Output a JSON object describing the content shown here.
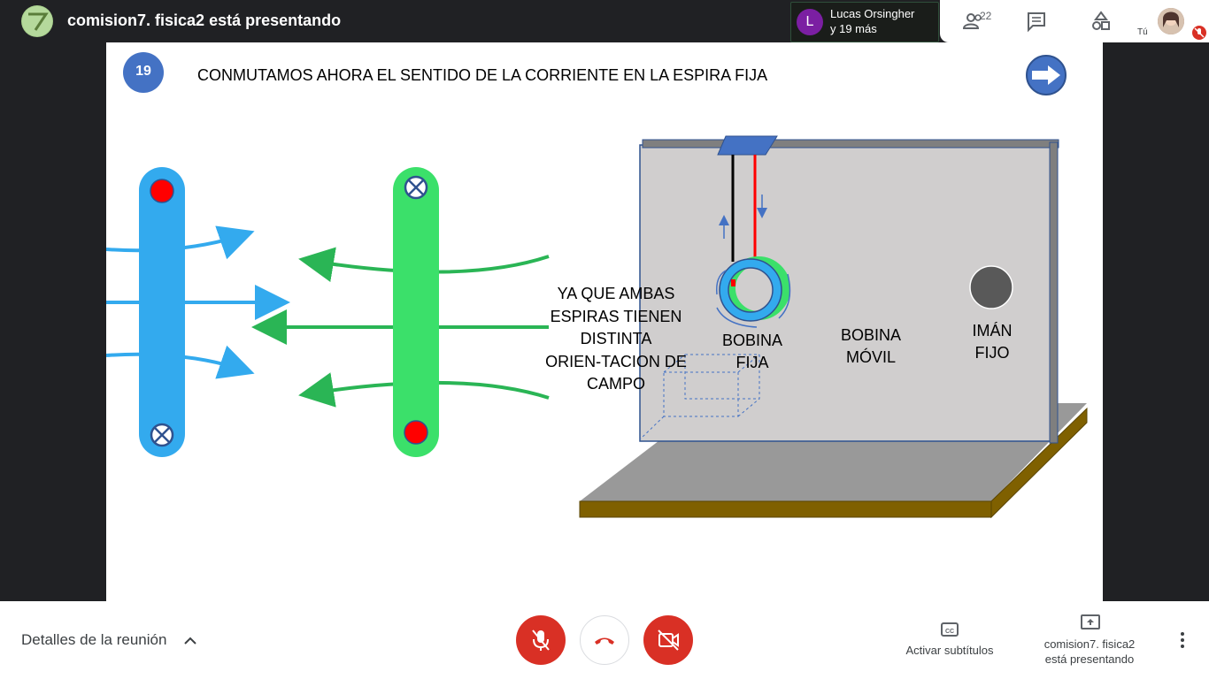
{
  "header": {
    "presenting_title": "comision7. fisica2 está presentando",
    "participant_initial": "L",
    "participant_name_line1": "Lucas Orsingher",
    "participant_name_line2": "y 19 más",
    "participant_count": "22",
    "self_label": "Tú"
  },
  "slide": {
    "number": "19",
    "title": "CONMUTAMOS AHORA EL SENTIDO DE LA CORRIENTE EN LA ESPIRA FIJA",
    "explanation_lines": [
      "YA QUE AMBAS",
      "ESPIRAS TIENEN",
      "DISTINTA",
      "ORIEN-TACION DE",
      "CAMPO"
    ],
    "bobina_fija_lines": [
      "BOBINA",
      "FIJA"
    ],
    "bobina_movil_lines": [
      "BOBINA",
      "MÓVIL"
    ],
    "iman_fijo_lines": [
      "IMÁN",
      "FIJO"
    ]
  },
  "footer": {
    "meeting_details": "Detalles de la reunión",
    "captions_label": "Activar subtítulos",
    "presenting_line1": "comision7. fisica2",
    "presenting_line2": "está presentando"
  },
  "colors": {
    "blue_coil": "#33aaee",
    "green_coil": "#3be06a",
    "red_button": "#d93025",
    "slide_blue": "#4472c4"
  },
  "icons": {
    "participants": "people-icon",
    "chat": "chat-icon",
    "activities": "shapes-icon",
    "mic_off": "mic-off-icon",
    "hang_up": "phone-hangup-icon",
    "camera_off": "camera-off-icon",
    "captions": "cc-icon",
    "present": "present-screen-icon",
    "more": "more-vert-icon",
    "expand": "chevron-up-icon",
    "next": "next-arrow-icon"
  }
}
